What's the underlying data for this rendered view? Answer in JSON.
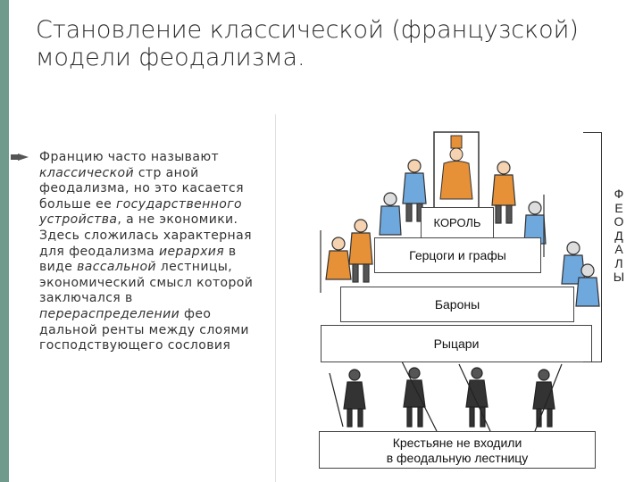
{
  "slide": {
    "title_line1": "Становление классической (французской)",
    "title_line2": "модели феодализма.",
    "body": {
      "t1": "Францию часто называют ",
      "t2": "классической",
      "t3": " стр аной феодализма, но это касается больше ее ",
      "t4": "государственного устройства",
      "t5": ", а не экономики. Здесь сложилась характерная для феодализма ",
      "t6": "иерархия",
      "t7": " в виде ",
      "t8": "вассальной",
      "t9": " лестницы, экономический смысл которой заключался в ",
      "t10": "перераспределении",
      "t11": " фео дальной ренты между слоями господствующего сословия"
    }
  },
  "diagram": {
    "king": "КОРОЛЬ",
    "dukes": "Герцоги и графы",
    "barons": "Бароны",
    "knights": "Рыцари",
    "peasants_line1": "Крестьяне не входили",
    "peasants_line2": "в феодальную лестницу",
    "side_label": [
      "Ф",
      "Е",
      "О",
      "Д",
      "А",
      "Л",
      "Ы"
    ]
  },
  "colors": {
    "accent": "#6f9a8c",
    "armor": "#6fa8dc",
    "robe": "#e69138"
  }
}
